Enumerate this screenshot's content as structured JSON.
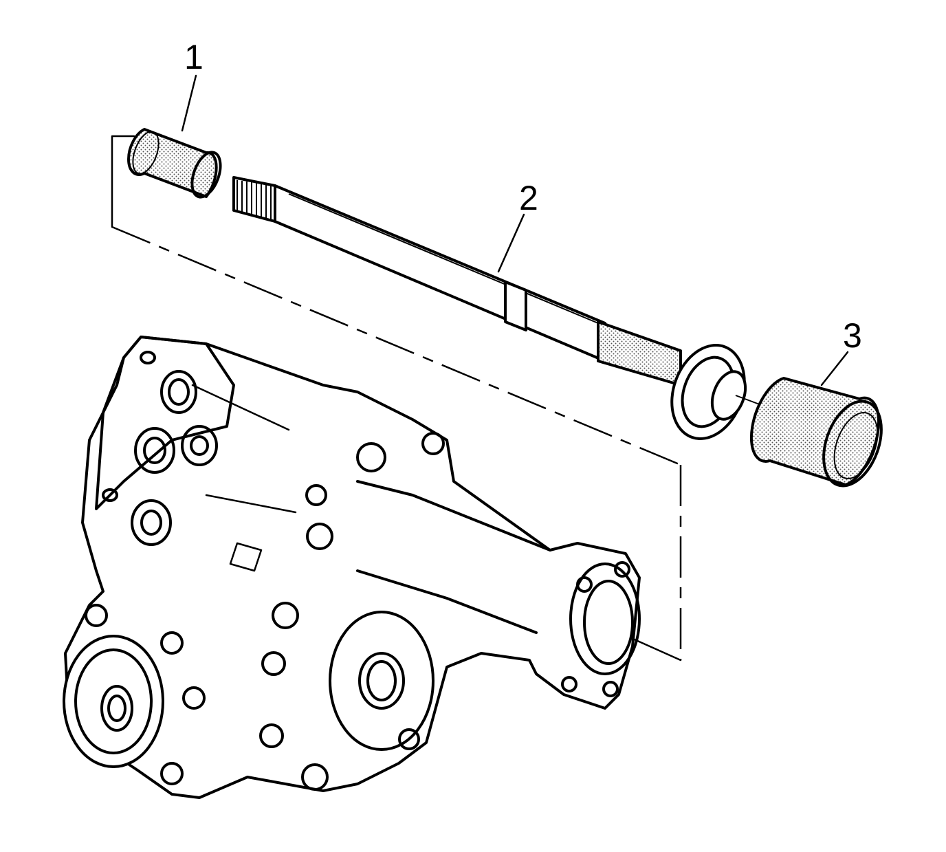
{
  "callouts": [
    {
      "label": "1"
    },
    {
      "label": "2"
    },
    {
      "label": "3"
    }
  ],
  "colors": {
    "line": "#000000",
    "background": "#ffffff",
    "knurl": "#9a9a9a"
  }
}
